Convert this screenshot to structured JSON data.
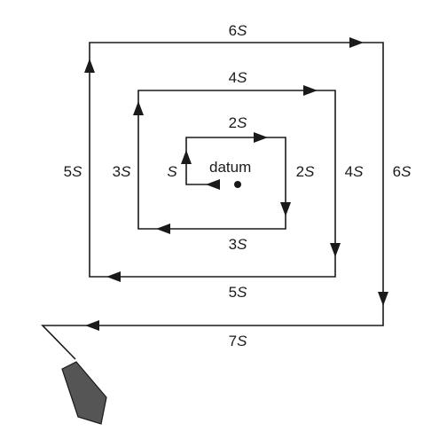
{
  "diagram": {
    "datum_label": "datum",
    "legs": [
      {
        "id": "leg1",
        "coef": "",
        "var": "S"
      },
      {
        "id": "leg2",
        "coef": "2",
        "var": "S"
      },
      {
        "id": "leg3",
        "coef": "2",
        "var": "S"
      },
      {
        "id": "leg4",
        "coef": "3",
        "var": "S"
      },
      {
        "id": "leg5",
        "coef": "3",
        "var": "S"
      },
      {
        "id": "leg6",
        "coef": "4",
        "var": "S"
      },
      {
        "id": "leg7",
        "coef": "4",
        "var": "S"
      },
      {
        "id": "leg8",
        "coef": "5",
        "var": "S"
      },
      {
        "id": "leg9",
        "coef": "5",
        "var": "S"
      },
      {
        "id": "leg10",
        "coef": "6",
        "var": "S"
      },
      {
        "id": "leg11",
        "coef": "6",
        "var": "S"
      },
      {
        "id": "leg12",
        "coef": "7",
        "var": "S"
      }
    ],
    "colors": {
      "line": "#1a1a1a",
      "vessel": "#555555"
    }
  }
}
